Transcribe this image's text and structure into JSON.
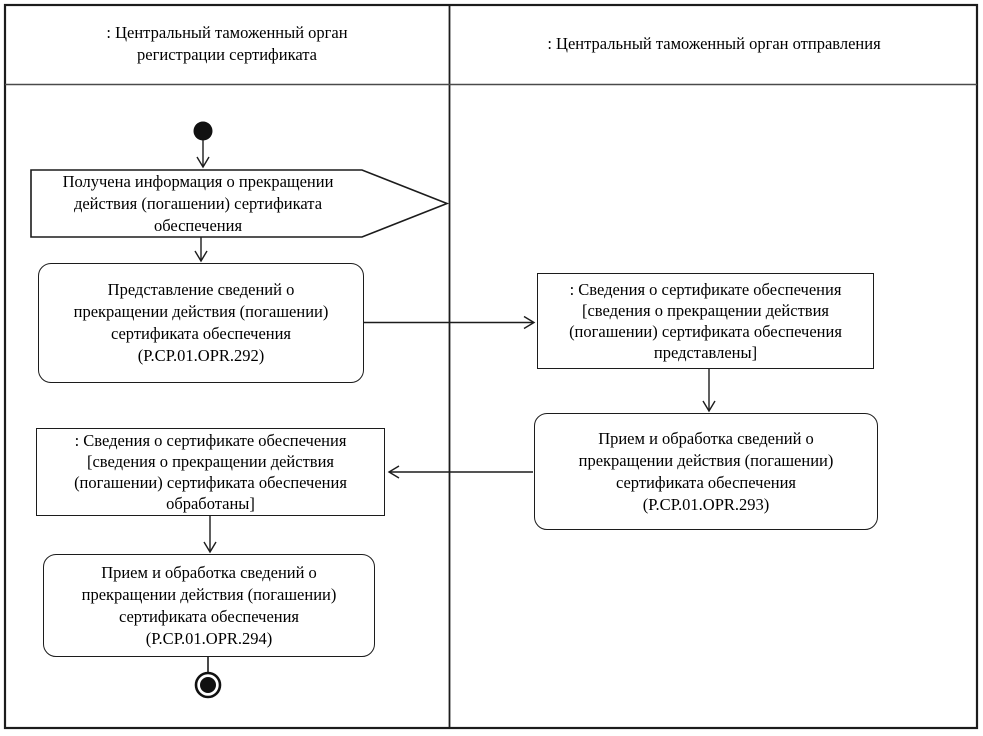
{
  "diagram_type": "uml-activity-swimlane",
  "colors": {
    "stroke": "#1c1c1c",
    "background": "#ffffff",
    "text": "#000000"
  },
  "lanes": {
    "left": {
      "title_line1": ": Центральный таможенный орган",
      "title_line2": "регистрации сертификата"
    },
    "right": {
      "title_line1": ": Центральный таможенный орган отправления"
    }
  },
  "nodes": {
    "signal_receipt": {
      "line1": "Получена информация о прекращении",
      "line2": "действия (погашении) сертификата",
      "line3": "обеспечения"
    },
    "action_292": {
      "line1": "Представление сведений о",
      "line2": "прекращении действия (погашении)",
      "line3": "сертификата обеспечения",
      "line4": "(P.CP.01.OPR.292)"
    },
    "object_represented": {
      "line1": ": Сведения о сертификате обеспечения",
      "line2": "[сведения о прекращении действия",
      "line3": "(погашении) сертификата обеспечения",
      "line4": "представлены]"
    },
    "action_293": {
      "line1": "Прием и обработка сведений о",
      "line2": "прекращении действия (погашении)",
      "line3": "сертификата обеспечения",
      "line4": "(P.CP.01.OPR.293)"
    },
    "object_processed": {
      "line1": ": Сведения о сертификате обеспечения",
      "line2": "[сведения о прекращении действия",
      "line3": "(погашении) сертификата обеспечения",
      "line4": "обработаны]"
    },
    "action_294": {
      "line1": "Прием и обработка сведений о",
      "line2": "прекращении действия (погашении)",
      "line3": "сертификата обеспечения",
      "line4": "(P.CP.01.OPR.294)"
    }
  }
}
